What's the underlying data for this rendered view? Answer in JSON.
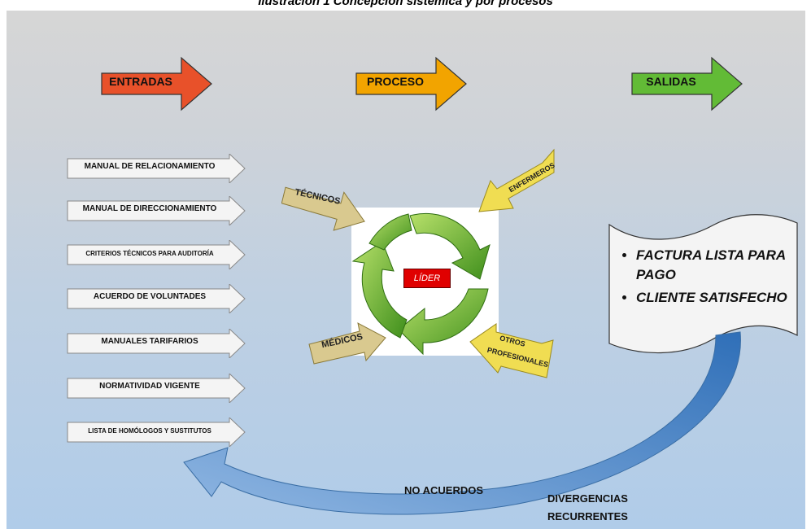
{
  "caption": "Ilustración 1 Concepción sistémica y por procesos",
  "headers": [
    {
      "label": "ENTRADAS",
      "color": "#e8512a"
    },
    {
      "label": "PROCESO",
      "color": "#f2a400"
    },
    {
      "label": "SALIDAS",
      "color": "#62bb36"
    }
  ],
  "inputs": [
    "MANUAL DE RELACIONAMIENTO",
    "MANUAL DE DIRECCIONAMIENTO",
    "CRITERIOS TÉCNICOS PARA AUDITORÍA",
    "ACUERDO DE VOLUNTADES",
    "MANUALES TARIFARIOS",
    "NORMATIVIDAD VIGENTE",
    "LISTA DE HOMÓLOGOS Y SUSTITUTOS"
  ],
  "process": {
    "center": "LÍDER",
    "roles": [
      "TÉCNICOS",
      "ENFERMEROS",
      "MÉDICOS",
      "OTROS",
      "PROFESIONALES"
    ]
  },
  "outputs": [
    "FACTURA LISTA PARA PAGO",
    "CLIENTE SATISFECHO"
  ],
  "feedback": {
    "label1": "NO ACUERDOS",
    "label2a": "DIVERGENCIAS",
    "label2b": "RECURRENTES"
  }
}
